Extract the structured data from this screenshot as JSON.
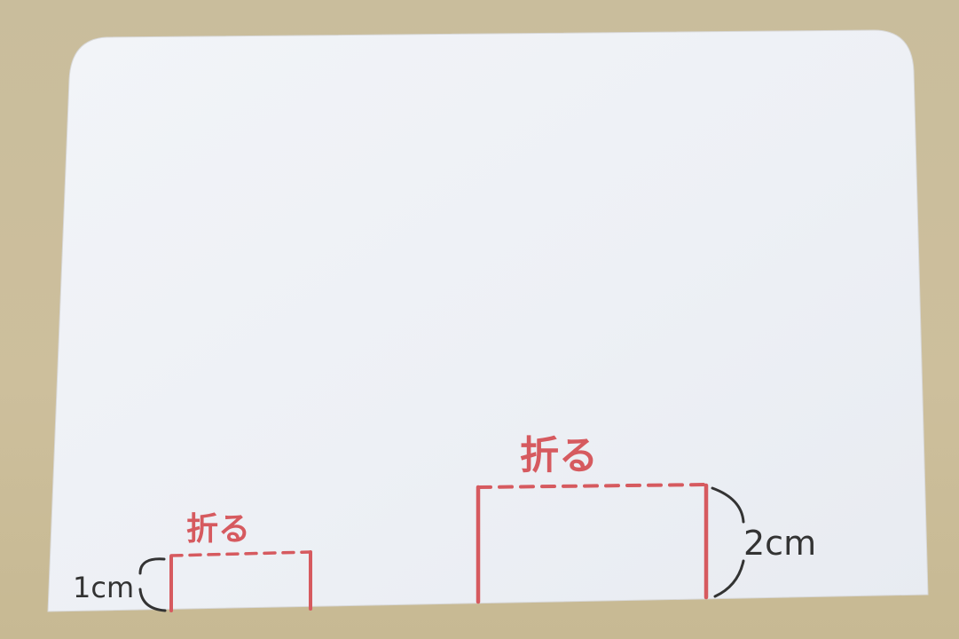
{
  "photo": {
    "background_color": "#cbbd99",
    "card_color": "#eef1f6",
    "line_color": "#d65a5f",
    "ink_color": "#333333"
  },
  "annotations": {
    "small_flap": {
      "fold_label": "折る",
      "measure_label": "1cm"
    },
    "large_flap": {
      "fold_label": "折る",
      "measure_label": "2cm"
    }
  }
}
